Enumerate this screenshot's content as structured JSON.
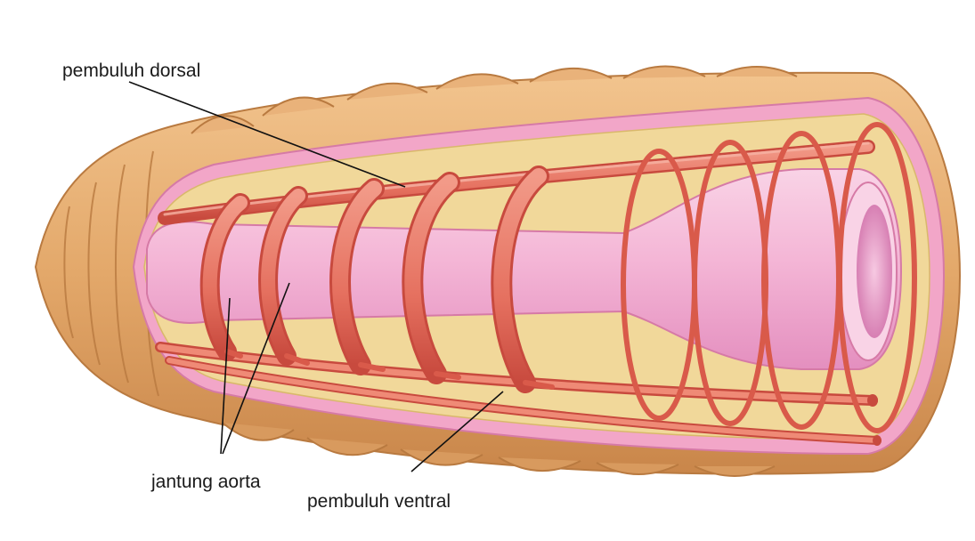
{
  "labels": {
    "dorsal": "pembuluh dorsal",
    "aorta": "jantung aorta",
    "ventral": "pembuluh ventral"
  },
  "colors": {
    "skin": "#e3a86a",
    "skin_dark": "#c9864a",
    "membrane": "#f2a6c8",
    "cavity": "#f1d89a",
    "intestine": "#f4b6d6",
    "vessel": "#e5705f",
    "vessel_dark": "#c84a3e"
  }
}
